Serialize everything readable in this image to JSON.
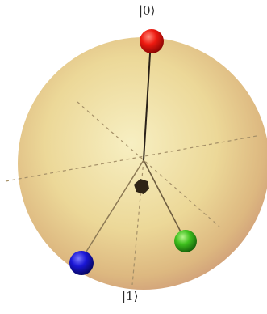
{
  "labels": {
    "top": "|0⟩",
    "bottom": "|1⟩"
  },
  "colors": {
    "sphere_center": "#f5eab4",
    "sphere_mid": "#e8cf8c",
    "sphere_edge": "#d2a075",
    "axis_dash": "#a59068",
    "state_line": "#3a2f22",
    "vector_line": "#8d7a55",
    "center_marker": "#2f2416",
    "point_red": "#e8120e",
    "point_blue": "#1712c9",
    "point_green": "#3fbf1d"
  },
  "points": [
    {
      "name": "red-state-point",
      "color_key": "point_red"
    },
    {
      "name": "blue-state-point",
      "color_key": "point_blue"
    },
    {
      "name": "green-state-point",
      "color_key": "point_green"
    }
  ]
}
